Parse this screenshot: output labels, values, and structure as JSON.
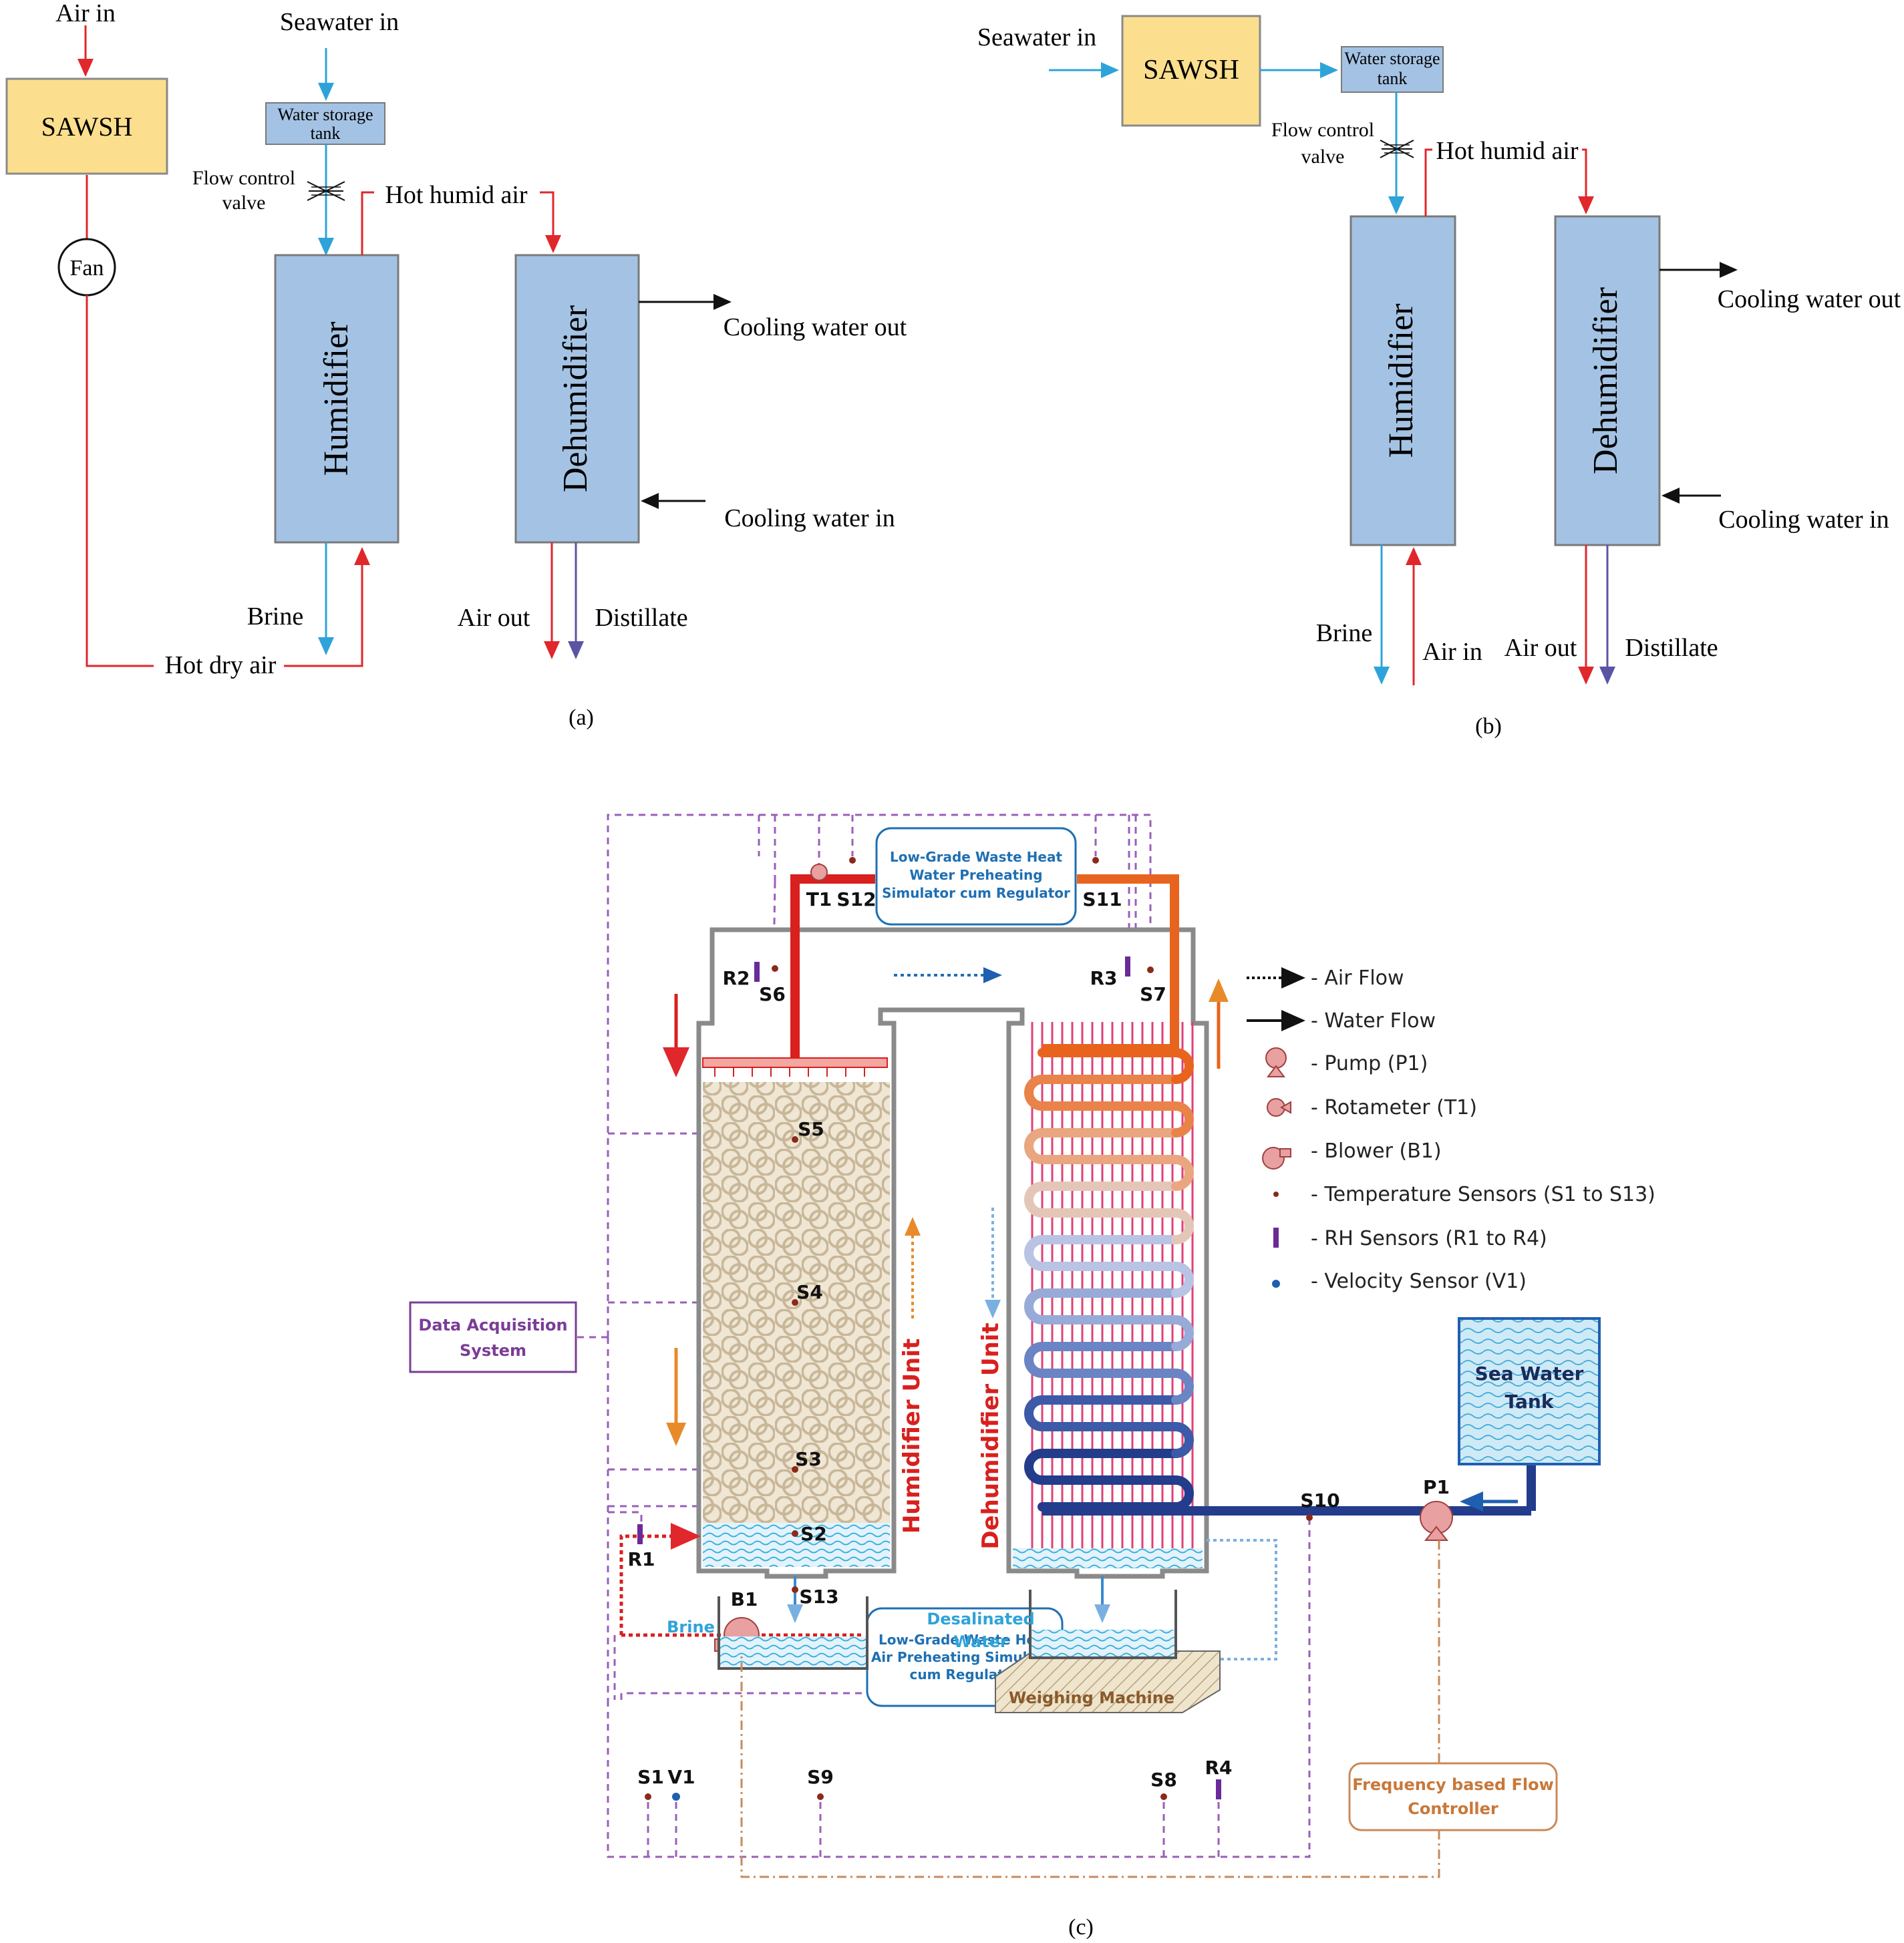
{
  "panel_a": {
    "caption": "(a)",
    "air_in": "Air in",
    "sawsh": "SAWSH",
    "fan": "Fan",
    "seawater_in": "Seawater in",
    "water_storage_tank_1": "Water storage",
    "water_storage_tank_2": "tank",
    "flow_control_valve_1": "Flow control",
    "flow_control_valve_2": "valve",
    "hot_humid_air": "Hot humid air",
    "humidifier": "Humidifier",
    "dehumidifier": "Dehumidifier",
    "cooling_water_out": "Cooling water out",
    "cooling_water_in": "Cooling water in",
    "brine": "Brine",
    "air_out": "Air out",
    "distillate": "Distillate",
    "hot_dry_air": "Hot dry air"
  },
  "panel_b": {
    "caption": "(b)",
    "seawater_in": "Seawater in",
    "sawsh": "SAWSH",
    "water_storage_tank_1": "Water storage",
    "water_storage_tank_2": "tank",
    "flow_control_valve_1": "Flow control",
    "flow_control_valve_2": "valve",
    "hot_humid_air": "Hot humid air",
    "humidifier": "Humidifier",
    "dehumidifier": "Dehumidifier",
    "cooling_water_out": "Cooling water out",
    "cooling_water_in": "Cooling water in",
    "brine": "Brine",
    "air_in": "Air in",
    "air_out": "Air out",
    "distillate": "Distillate"
  },
  "panel_c": {
    "caption": "(c)",
    "water_preheater_1": "Low-Grade Waste Heat",
    "water_preheater_2": "Water Preheating",
    "water_preheater_3": "Simulator cum Regulator",
    "air_preheater_1": "Low-Grade Waste Heat",
    "air_preheater_2": "Air Preheating Simulator",
    "air_preheater_3": "cum Regulator",
    "daq_1": "Data Acquisition",
    "daq_2": "System",
    "humidifier_unit": "Humidifier Unit",
    "dehumidifier_unit": "Dehumidifier Unit",
    "brine": "Brine",
    "desalinated_1": "Desalinated",
    "desalinated_2": "Water",
    "weighing_machine": "Weighing Machine",
    "sea_water_1": "Sea Water",
    "sea_water_2": "Tank",
    "freq_1": "Frequency based Flow",
    "freq_2": "Controller",
    "labels": {
      "T1": "T1",
      "S12": "S12",
      "S11": "S11",
      "R2": "R2",
      "S6": "S6",
      "R3": "R3",
      "S7": "S7",
      "S5": "S5",
      "S4": "S4",
      "S3": "S3",
      "S2": "S2",
      "R1": "R1",
      "S13": "S13",
      "S10": "S10",
      "P1": "P1",
      "B1": "B1",
      "S1": "S1",
      "V1": "V1",
      "S9": "S9",
      "S8": "S8",
      "R4": "R4"
    },
    "legend": [
      "- Air Flow",
      "- Water Flow",
      "- Pump (P1)",
      "- Rotameter (T1)",
      "- Blower (B1)",
      "- Temperature Sensors (S1 to S13)",
      "- RH Sensors (R1 to R4)",
      "- Velocity Sensor (V1)"
    ]
  },
  "colors": {
    "sawsh_fill": "#fbdf8e",
    "unit_fill": "#a4c3e4",
    "red_line": "#e0272b",
    "blue_line": "#2ea3d9",
    "purple_line": "#5b54a4",
    "daq_purple": "#7a3d96",
    "pipe_red": "#d8201e",
    "pipe_orange": "#e8641e",
    "pipe_navy": "#233c8c"
  }
}
